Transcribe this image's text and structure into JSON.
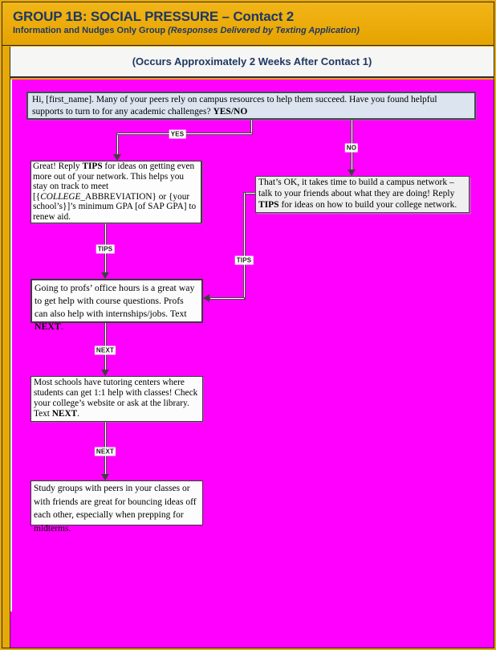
{
  "header": {
    "title": "GROUP 1B: SOCIAL PRESSURE – Contact 2",
    "subtitle_plain": "Information and Nudges Only Group ",
    "subtitle_italic": "(Responses Delivered by Texting Application)"
  },
  "banner": {
    "text": "(Occurs Approximately 2 Weeks After Contact 1)"
  },
  "connector_labels": {
    "yes": "YES",
    "no": "NO",
    "tips": "TIPS",
    "next": "NEXT"
  },
  "flow": {
    "greeting": {
      "segments": [
        {
          "t": "Hi, [first_name]. Many of your peers rely on campus resources to help them succeed. Have you found helpful supports to turn to for any academic challenges? "
        },
        {
          "t": "YES/NO",
          "b": true
        }
      ]
    },
    "yes_branch": {
      "segments": [
        {
          "t": "Great! Reply "
        },
        {
          "t": "TIPS",
          "b": true
        },
        {
          "t": " for ideas on getting even more out of your network. This helps you stay on track to meet [{"
        },
        {
          "t": "COLLEGE",
          "i": true
        },
        {
          "t": "_ABBREVIATION} or {your school’s}]’s minimum GPA [of SAP GPA] to renew aid."
        }
      ]
    },
    "no_branch": {
      "segments": [
        {
          "t": "That’s OK, it takes time to build a campus network – talk to your friends about what they are doing! Reply "
        },
        {
          "t": "TIPS",
          "b": true
        },
        {
          "t": " for ideas on how to build your college network."
        }
      ]
    },
    "tips_office_hours": {
      "segments": [
        {
          "t": "Going to profs’ office hours is a great way to get help with course questions. Profs can also help with internships/jobs. Text "
        },
        {
          "t": "NEXT",
          "b": true
        },
        {
          "t": "."
        }
      ]
    },
    "next_tutoring": {
      "segments": [
        {
          "t": "Most schools have tutoring centers where students can get 1:1 help with classes! Check your college’s website or ask at the library. Text "
        },
        {
          "t": "NEXT",
          "b": true
        },
        {
          "t": "."
        }
      ]
    },
    "next_study_groups": {
      "segments": [
        {
          "t": "Study groups with peers in your classes or with friends are great for bouncing ideas off each other, especially when prepping for midterms."
        }
      ]
    }
  },
  "colors": {
    "header_gold": "#E8A807",
    "title_navy": "#1F3864",
    "background_magenta": "#FF00FF",
    "greeting_box_fill": "#DBE4EF"
  }
}
